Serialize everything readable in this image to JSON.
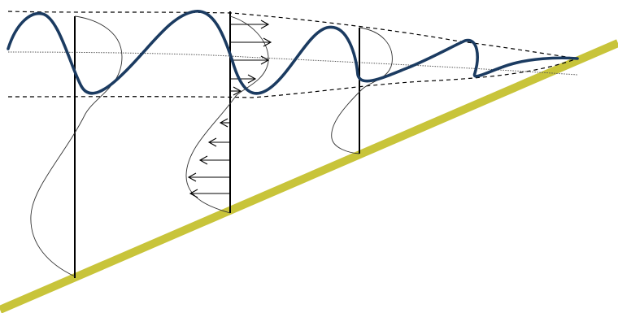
{
  "diagram": {
    "colors": {
      "background": "#ffffff",
      "seabed": "#c8c43a",
      "wave": "#1b3b61",
      "envelope": "#000000",
      "mean_level": "#555555",
      "profile": "#333333",
      "velocity_arrow": "#000000",
      "vertical": "#000000"
    },
    "elements": {
      "wave_surface": "wave-surface-profile",
      "upper_envelope": "wave-crest-envelope",
      "lower_envelope": "wave-trough-envelope",
      "mean_level": "mean-water-level",
      "seabed": "sloping-seabed",
      "sections": [
        "section-1",
        "section-2",
        "section-3"
      ],
      "velocity_arrows": [
        "right",
        "right",
        "right",
        "right",
        "right",
        "left",
        "left",
        "left",
        "left",
        "left"
      ]
    }
  }
}
